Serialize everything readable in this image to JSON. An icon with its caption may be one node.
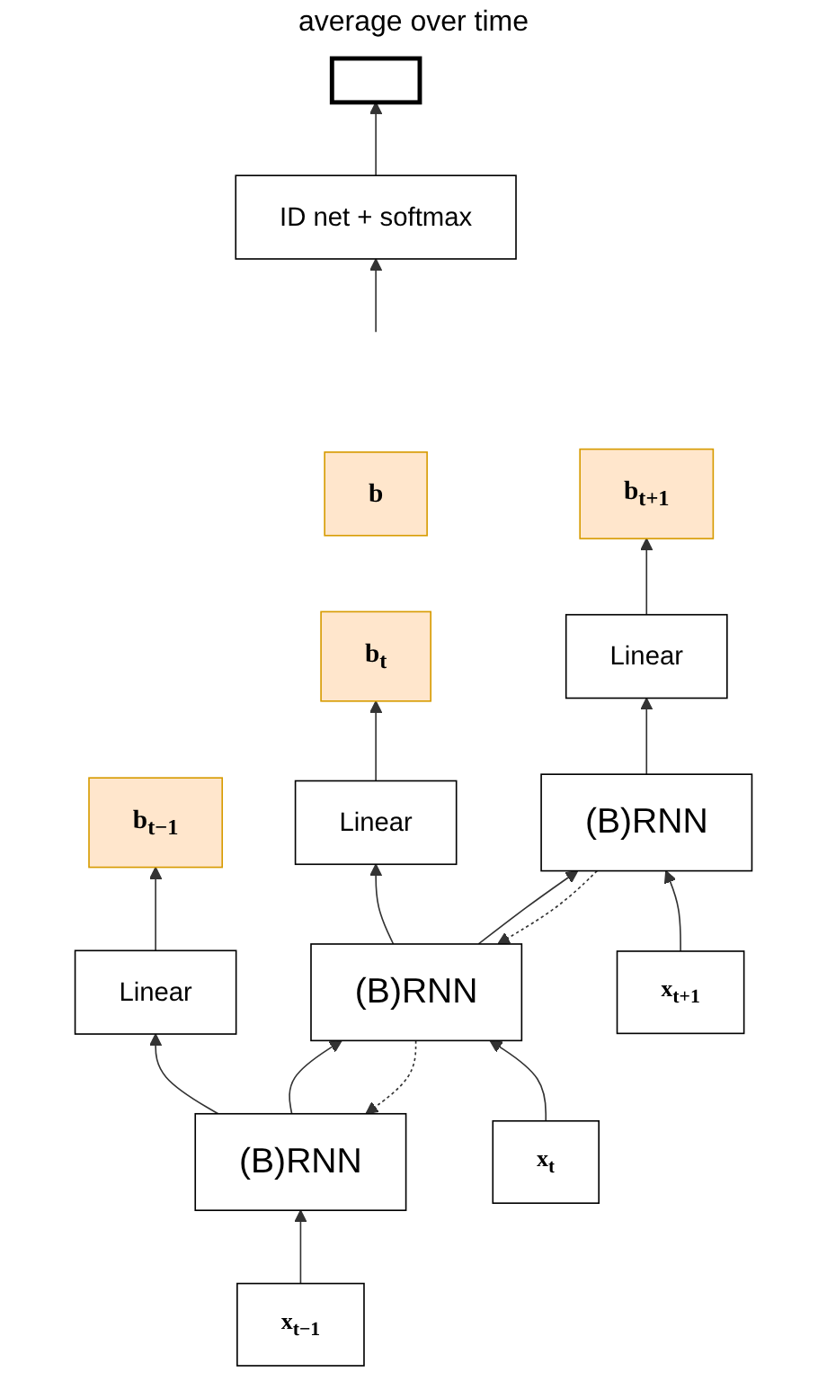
{
  "diagram": {
    "nodes": [
      {
        "text": [],
        "shape": "box"
      },
      {
        "text": [
          "ID net + softmax"
        ]
      },
      {
        "text": [
          "b"
        ]
      },
      {
        "text": [
          "b$_{t−1}$"
        ]
      },
      {
        "text": [
          "b$_{t}$"
        ]
      },
      {
        "text": [
          "b$_{t+1}$"
        ]
      },
      {
        "text": [
          "Linear"
        ]
      },
      {
        "text": [
          "Linear"
        ]
      },
      {
        "text": [
          "Linear"
        ]
      },
      {
        "text": [
          "(B)RNN"
        ]
      },
      {
        "text": [
          "(B)RNN"
        ]
      },
      {
        "text": [
          "(B)RNN"
        ]
      },
      {
        "text": [
          "x$_{t−1}$"
        ]
      },
      {
        "text": [
          "x$_{t}$"
        ]
      },
      {
        "text": [
          "x$_{t+1}$"
        ]
      }
    ],
    "edges": [
      {
        "from": 1,
        "to": 0,
        "arrow": "to"
      },
      {
        "from": null,
        "to": 1,
        "arrow": "to"
      },
      {
        "from": 6,
        "to": 3,
        "arrow": "to"
      },
      {
        "from": 7,
        "to": 4,
        "arrow": "to"
      },
      {
        "from": 8,
        "to": 5,
        "arrow": "to"
      },
      {
        "from": 9,
        "to": 6,
        "arrow": "to"
      },
      {
        "from": 10,
        "to": 7,
        "arrow": "to"
      },
      {
        "from": 11,
        "to": 8,
        "arrow": "to"
      },
      {
        "from": 12,
        "to": 9,
        "arrow": "to"
      },
      {
        "from": 13,
        "to": 10,
        "arrow": "to"
      },
      {
        "from": 14,
        "to": 11,
        "arrow": "to"
      },
      {
        "from": 9,
        "to": 10,
        "arrow": "to"
      },
      {
        "from": 10,
        "to": 11,
        "arrow": "to"
      },
      {
        "from": 10,
        "to": 9,
        "arrow": "to",
        "style": "dashed"
      },
      {
        "from": 11,
        "to": 10,
        "arrow": "to",
        "style": "dashed"
      }
    ],
    "labels": [
      "average over time"
    ]
  }
}
